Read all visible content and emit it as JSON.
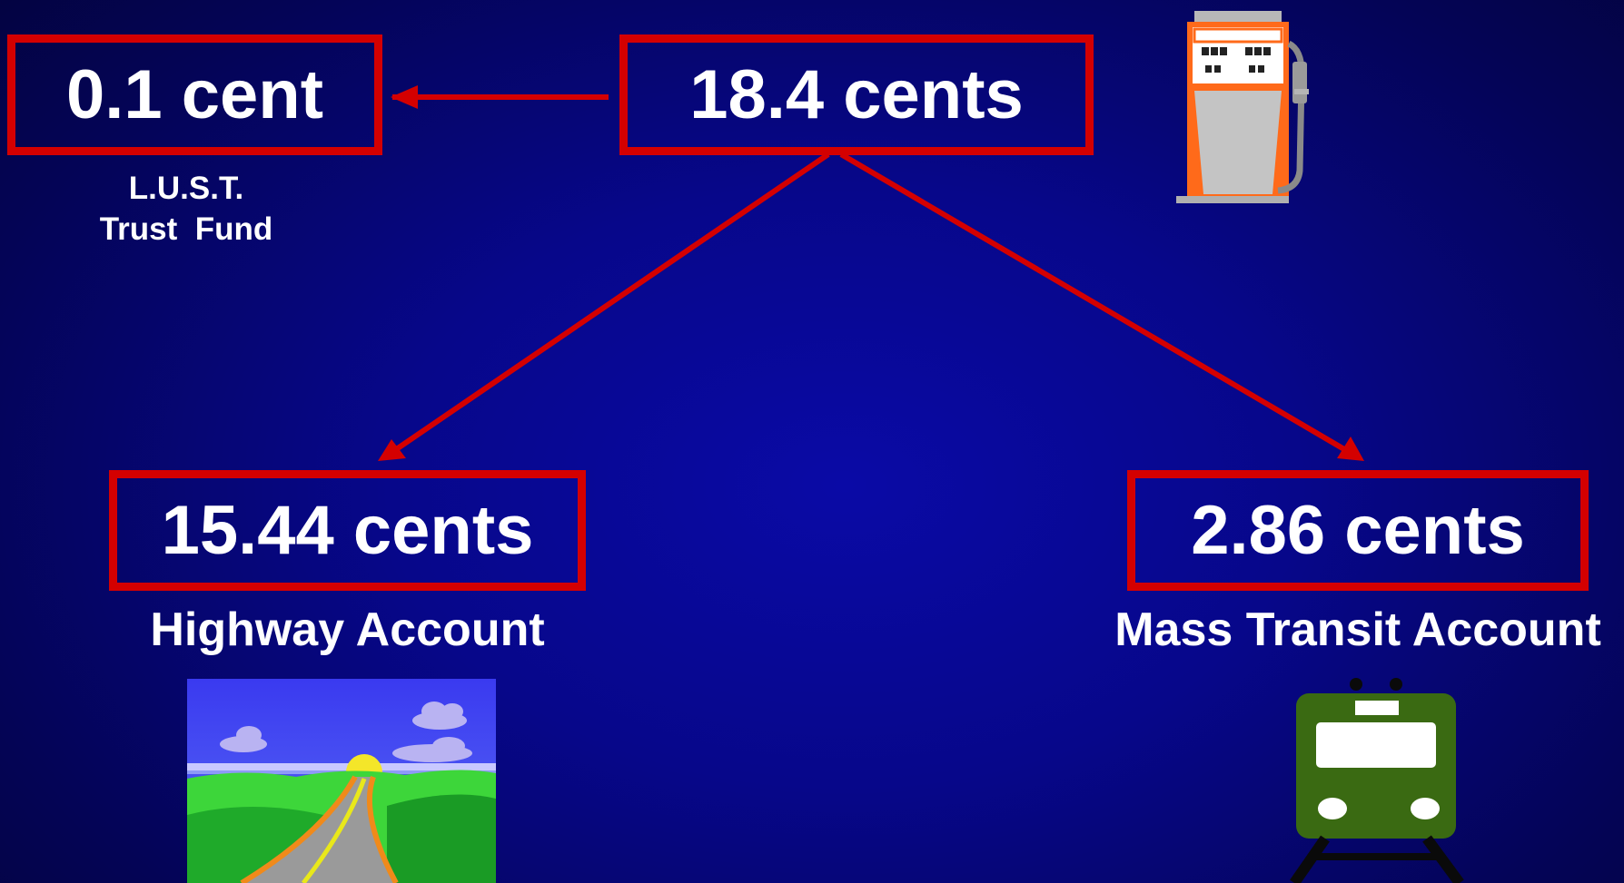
{
  "total": {
    "value": "18.4 cents"
  },
  "lust": {
    "value": "0.1 cent",
    "label_line1": "L.U.S.T.",
    "label_line2": "Trust  Fund"
  },
  "highway": {
    "value": "15.44 cents",
    "label": "Highway Account"
  },
  "transit": {
    "value": "2.86 cents",
    "label": "Mass Transit Account"
  },
  "icons": {
    "pump": "gas-pump-icon",
    "road": "highway-road-icon",
    "train": "train-icon"
  },
  "colors": {
    "background": "#07078a",
    "box_border": "#d40000",
    "text": "#ffffff",
    "arrow": "#d40000"
  }
}
